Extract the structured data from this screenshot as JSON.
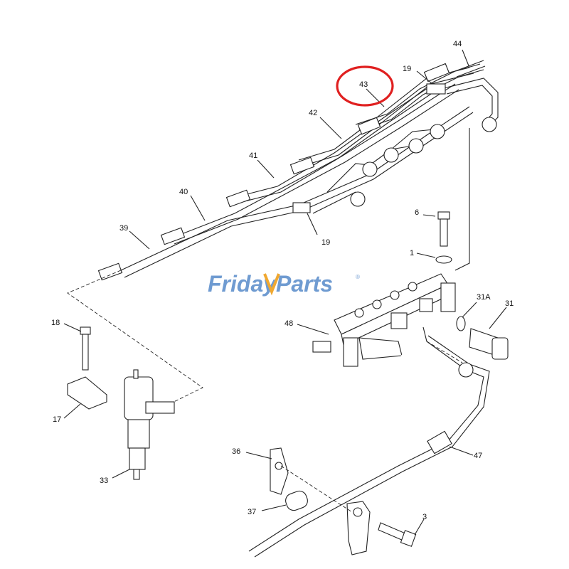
{
  "callouts": {
    "c44": "44",
    "c19a": "19",
    "c43": "43",
    "c42": "42",
    "c41": "41",
    "c40": "40",
    "c39": "39",
    "c19b": "19",
    "c6": "6",
    "c1": "1",
    "c31a": "31A",
    "c31": "31",
    "c48": "48",
    "c18": "18",
    "c17": "17",
    "c33": "33",
    "c36": "36",
    "c47": "47",
    "c37": "37",
    "c3": "3"
  },
  "watermark": {
    "part1": "Friday",
    "part2": "Parts",
    "mark": "®",
    "color1": "#6f9bd1",
    "color2": "#f0a830"
  },
  "highlight": {
    "color": "#e02020",
    "target": "43"
  }
}
